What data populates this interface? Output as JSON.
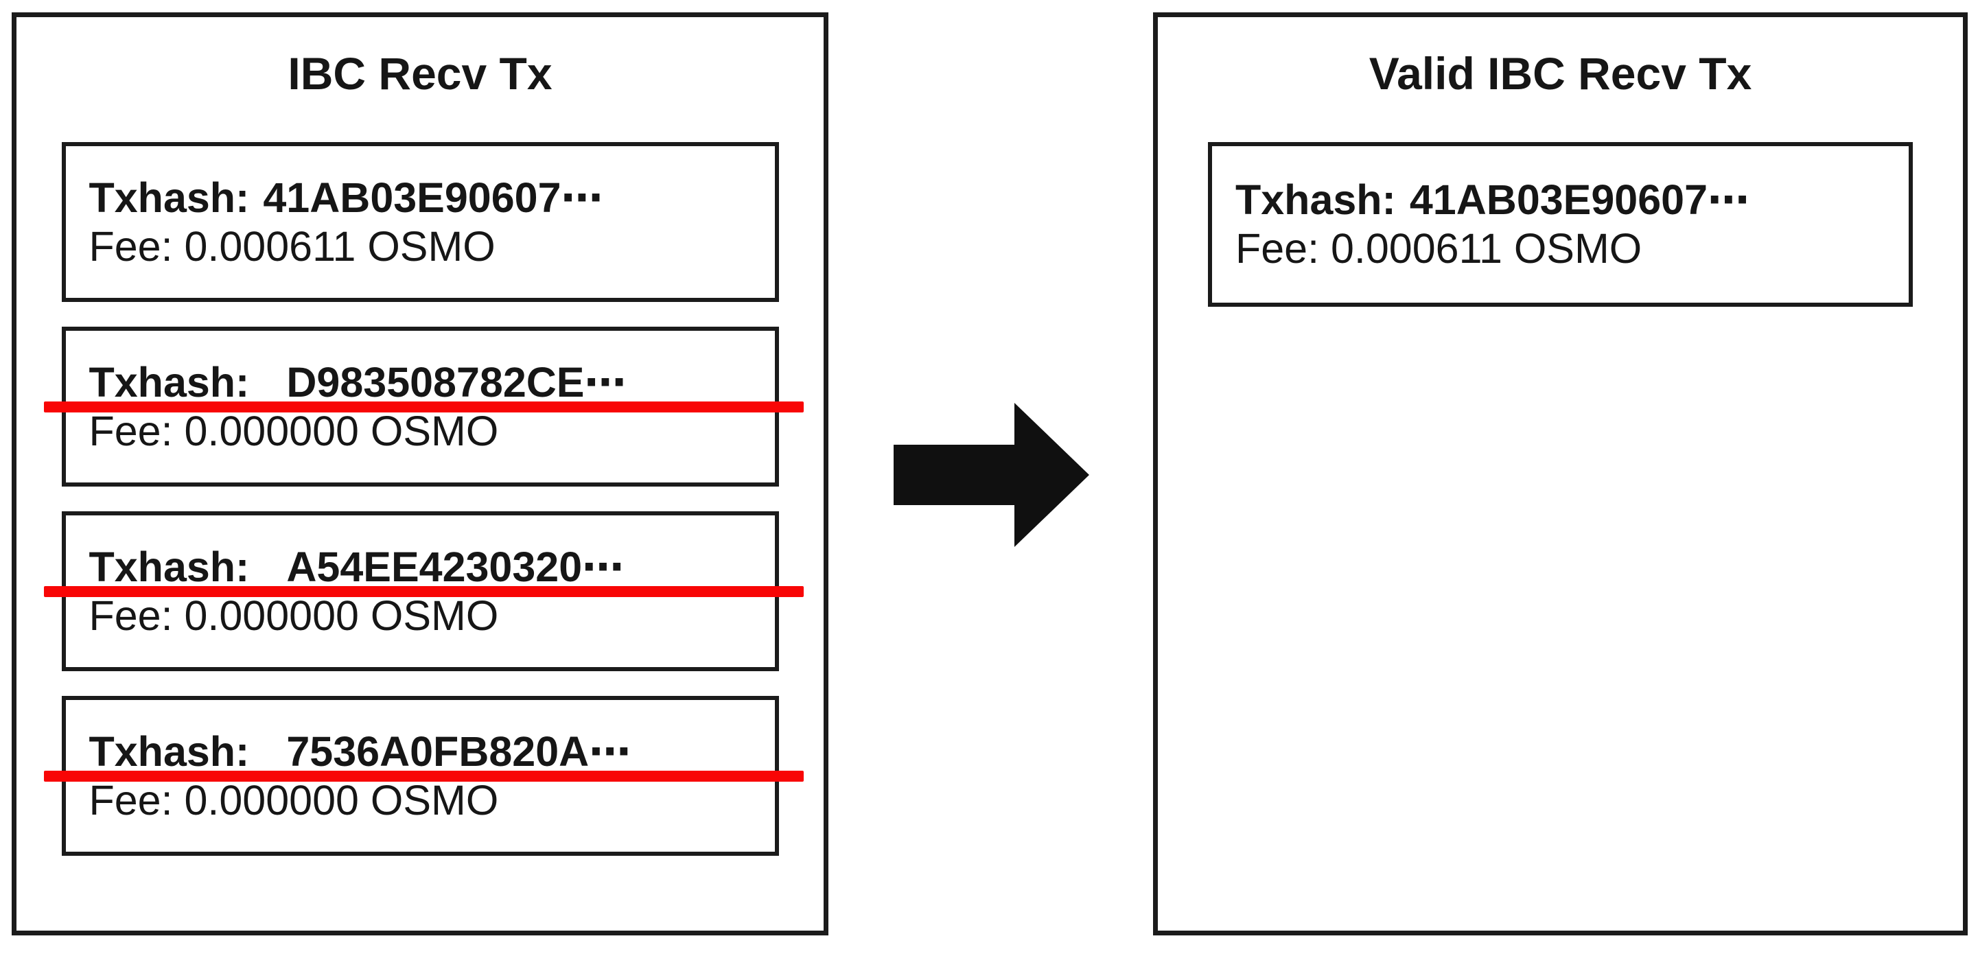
{
  "colors": {
    "ink": "#1b1b1b",
    "strike_red": "#f80606",
    "background": "#ffffff"
  },
  "left_panel": {
    "title": "IBC Recv Tx",
    "transactions": [
      {
        "txhash_label": "Txhash:",
        "txhash_value": "41AB03E90607⋯",
        "fee_line": "Fee: 0.000611 OSMO",
        "struck": false
      },
      {
        "txhash_label": "Txhash:",
        "txhash_value": "D983508782CE⋯",
        "fee_line": "Fee: 0.000000 OSMO",
        "struck": true
      },
      {
        "txhash_label": "Txhash:",
        "txhash_value": "A54EE4230320⋯",
        "fee_line": "Fee: 0.000000 OSMO",
        "struck": true
      },
      {
        "txhash_label": "Txhash:",
        "txhash_value": "7536A0FB820A⋯",
        "fee_line": "Fee: 0.000000 OSMO",
        "struck": true
      }
    ]
  },
  "arrow": {
    "icon_name": "black-right-arrow-icon",
    "direction": "right"
  },
  "right_panel": {
    "title": "Valid IBC Recv Tx",
    "transactions": [
      {
        "txhash_label": "Txhash:",
        "txhash_value": "41AB03E90607⋯",
        "fee_line": "Fee: 0.000611 OSMO",
        "struck": false
      }
    ]
  }
}
